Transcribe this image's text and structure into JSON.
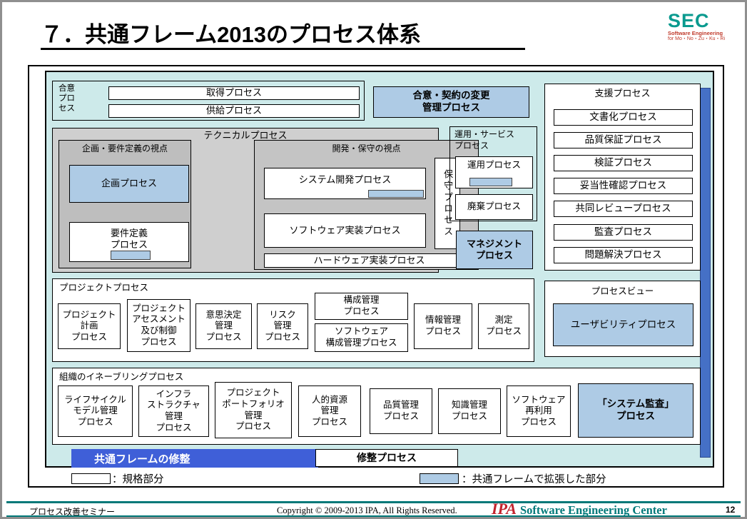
{
  "slide": {
    "title": "７．共通フレーム2013のプロセス体系",
    "page_number": "12"
  },
  "sec_logo": {
    "text": "SEC",
    "subtitle1": "Software Engineering",
    "subtitle2": "for Mo・No・Zu・Ku・Ri"
  },
  "footer": {
    "seminar": "プロセス改善セミナー",
    "copyright": "Copyright © 2009-2013 IPA, All Rights Reserved.",
    "ipa": "IPA",
    "org": "Software Engineering Center"
  },
  "diagram": {
    "agreement": {
      "label": "合意\nプロ\nセス",
      "acquisition": "取得プロセス",
      "supply": "供給プロセス"
    },
    "change_management": "合意・契約の変更\n管理プロセス",
    "technical": {
      "label": "テクニカルプロセス",
      "planning_view": {
        "label": "企画・要件定義の視点",
        "planning": "企画プロセス",
        "requirements": "要件定義\nプロセス"
      },
      "dev_view": {
        "label": "開発・保守の視点",
        "system_dev": "システム開発プロセス",
        "software_impl": "ソフトウェア実装プロセス",
        "hardware_impl": "ハードウェア実装プロセス",
        "maintenance": "保守プロセス"
      }
    },
    "operation": {
      "label": "運用・サービス\nプロセス",
      "operation": "運用プロセス",
      "disposal": "廃棄プロセス",
      "management": "マネジメント\nプロセス"
    },
    "support": {
      "label": "支援プロセス",
      "items": [
        "文書化プロセス",
        "品質保証プロセス",
        "検証プロセス",
        "妥当性確認プロセス",
        "共同レビュープロセス",
        "監査プロセス",
        "問題解決プロセス"
      ]
    },
    "process_view": {
      "label": "プロセスビュー",
      "usability": "ユーザビリティプロセス"
    },
    "project": {
      "label": "プロジェクトプロセス",
      "items": [
        "プロジェクト\n計画\nプロセス",
        "プロジェクト\nアセスメント\n及び制御\nプロセス",
        "意思決定\n管理\nプロセス",
        "リスク\n管理\nプロセス",
        "構成管理\nプロセス",
        "ソフトウェア\n構成管理プロセス",
        "情報管理\nプロセス",
        "測定\nプロセス"
      ]
    },
    "organization": {
      "label": "組織のイネーブリングプロセス",
      "items": [
        "ライフサイクル\nモデル管理\nプロセス",
        "インフラ\nストラクチャ\n管理\nプロセス",
        "プロジェクト\nポートフォリオ\n管理\nプロセス",
        "人的資源\n管理\nプロセス",
        "品質管理\nプロセス",
        "知識管理\nプロセス",
        "ソフトウェア\n再利用\nプロセス",
        "「システム監査」\nプロセス"
      ]
    },
    "tailoring": {
      "bar": "共通フレームの修整",
      "process": "修整プロセス"
    },
    "legend": {
      "standard": "：規格部分",
      "extended": "：共通フレームで拡張した部分"
    }
  },
  "colors": {
    "panel_cyan": "#CDEAEA",
    "extension_blue": "#AECBE5",
    "tailoring_blue": "#3F5FD8",
    "accent_teal": "#007878",
    "sec_teal": "#0A9A8F"
  }
}
